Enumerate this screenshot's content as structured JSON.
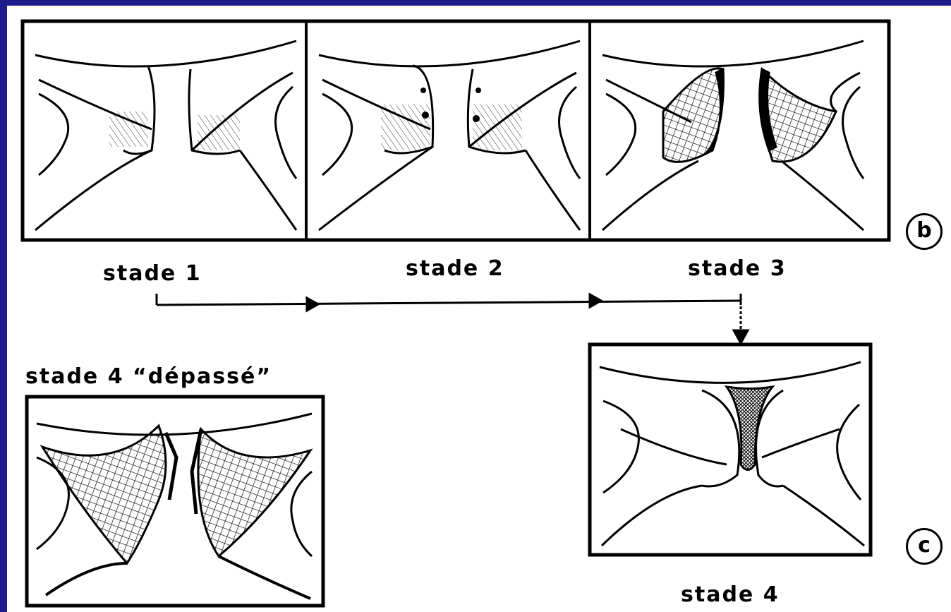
{
  "labels": {
    "stade1": "stade 1",
    "stade2": "stade 2",
    "stade3": "stade 3",
    "stade4": "stade 4",
    "stade4_depasse": "stade 4 “dépassé”"
  },
  "badges": {
    "b": "b",
    "c": "c"
  },
  "colors": {
    "background": "#1c1c8c",
    "ink": "#000000",
    "paper": "#ffffff"
  }
}
